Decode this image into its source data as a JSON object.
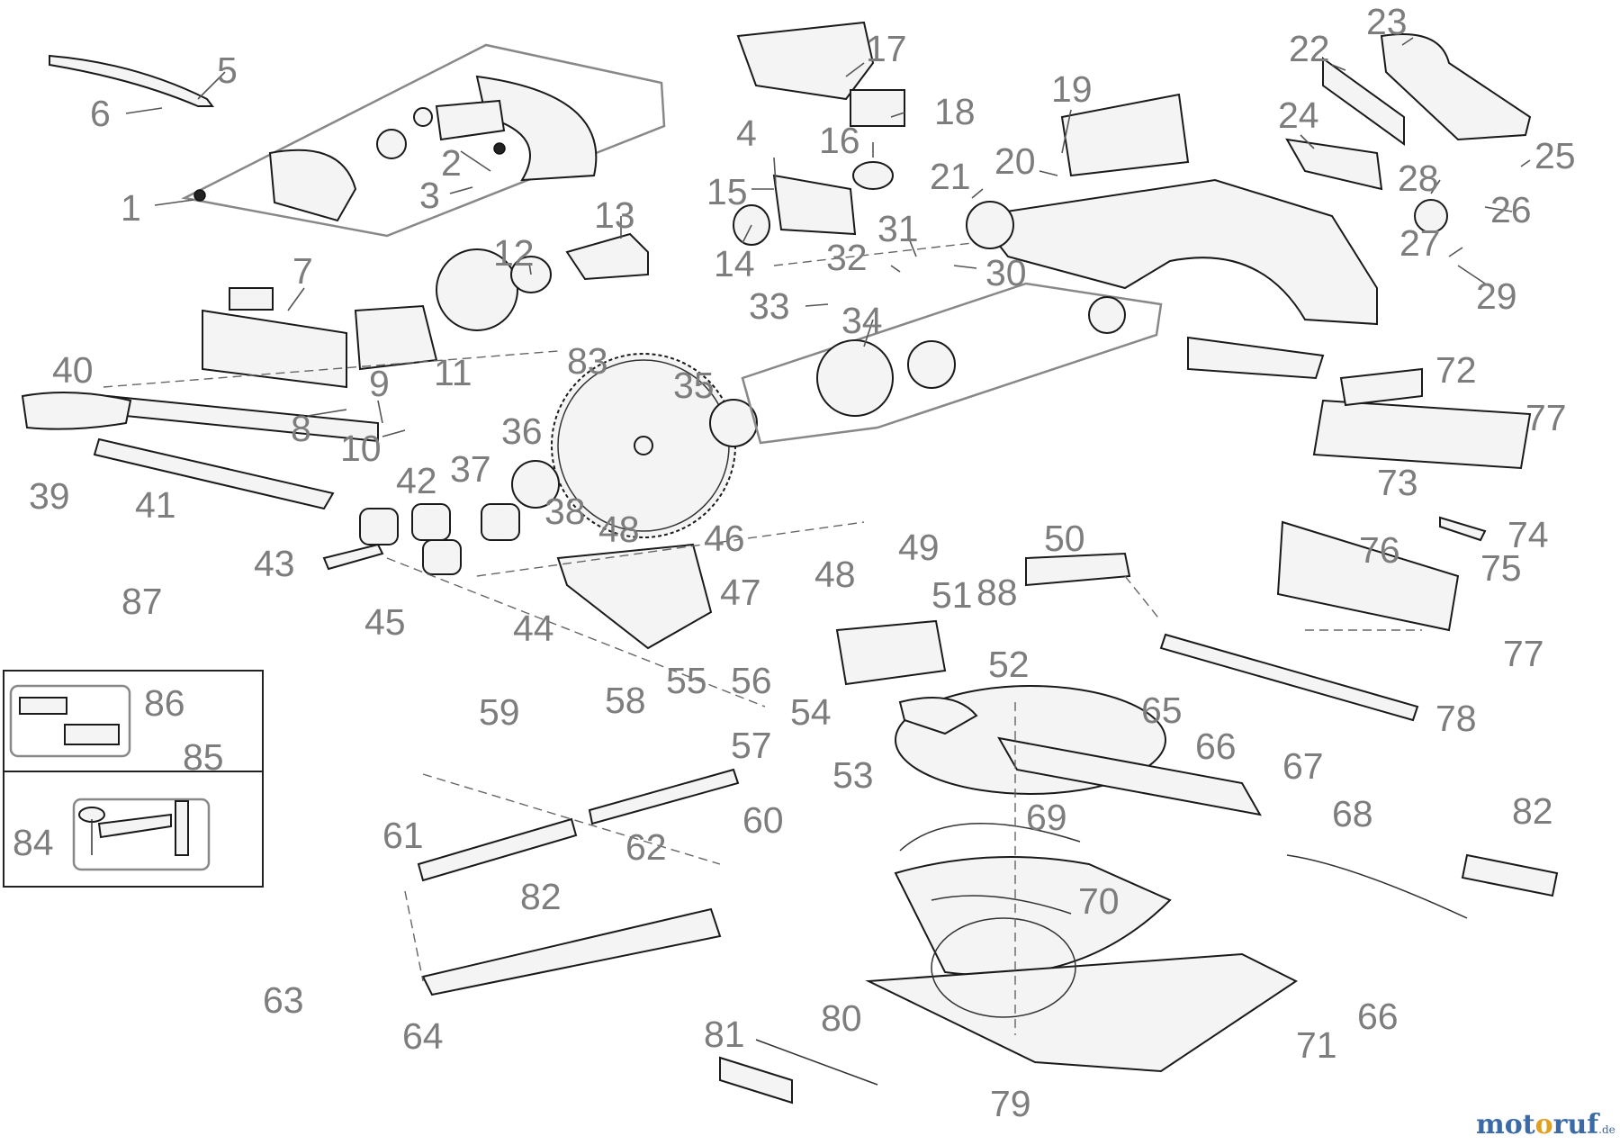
{
  "diagram": {
    "callouts": [
      "1",
      "2",
      "3",
      "4",
      "5",
      "6",
      "7",
      "8",
      "9",
      "10",
      "11",
      "12",
      "13",
      "14",
      "15",
      "16",
      "17",
      "18",
      "19",
      "20",
      "21",
      "22",
      "23",
      "24",
      "25",
      "26",
      "27",
      "28",
      "29",
      "30",
      "31",
      "32",
      "33",
      "34",
      "35",
      "36",
      "37",
      "38",
      "39",
      "40",
      "41",
      "42",
      "43",
      "44",
      "45",
      "46",
      "47",
      "48",
      "48",
      "49",
      "50",
      "51",
      "52",
      "53",
      "54",
      "55",
      "56",
      "57",
      "58",
      "59",
      "60",
      "61",
      "62",
      "63",
      "64",
      "65",
      "66",
      "66",
      "67",
      "68",
      "69",
      "70",
      "71",
      "72",
      "73",
      "74",
      "75",
      "76",
      "77",
      "77",
      "78",
      "79",
      "80",
      "81",
      "82",
      "82",
      "83",
      "84",
      "85",
      "86",
      "87",
      "88"
    ]
  },
  "watermark": {
    "part1": "mot",
    "part2": "o",
    "part3": "ruf",
    "suffix": ".de"
  }
}
